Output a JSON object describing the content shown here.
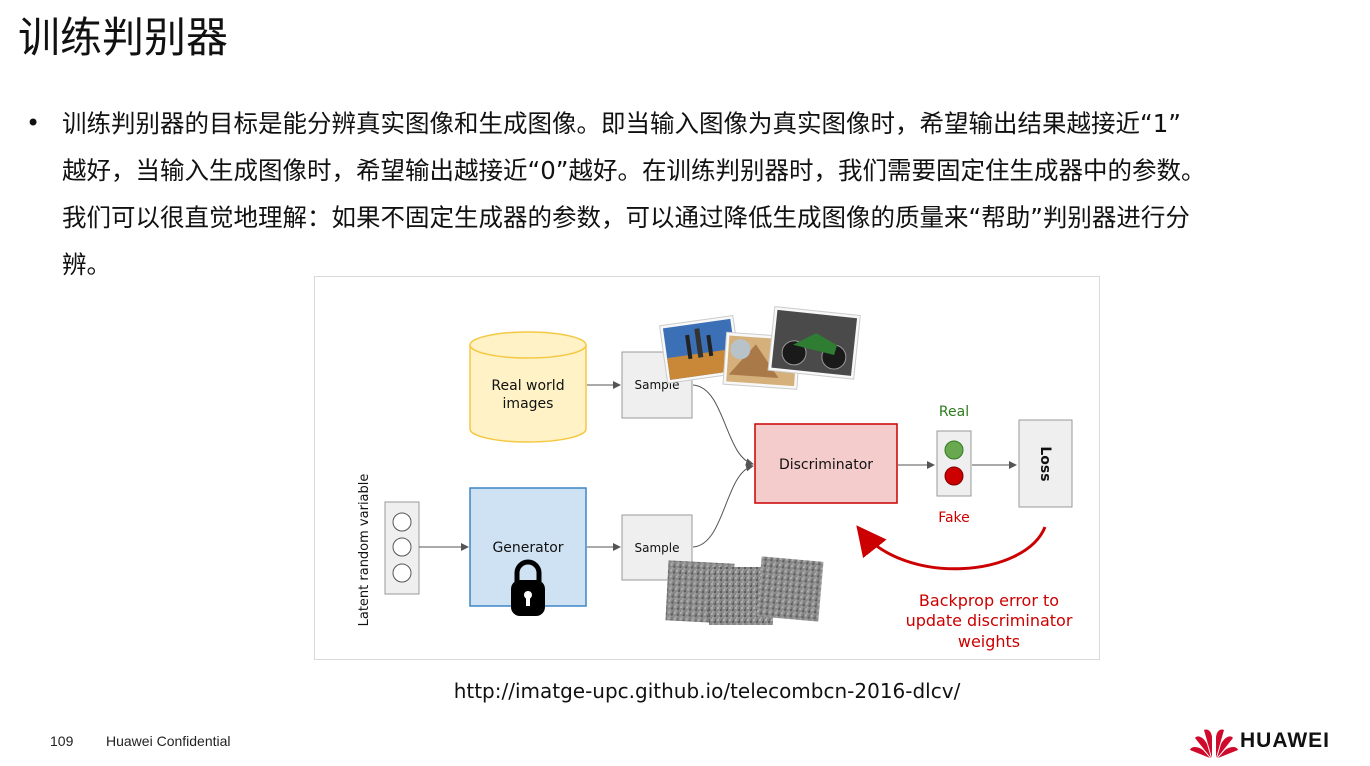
{
  "title": "训练判别器",
  "bullet": {
    "lines": [
      "训练判别器的目标是能分辨真实图像和生成图像。即当输入图像为真实图像时，希望输出结果越接近“1”",
      "越好，当输入生成图像时，希望输出越接近“0”越好。在训练判别器时，我们需要固定住生成器中的参数。",
      "我们可以很直觉地理解：如果不固定生成器的参数，可以通过降低生成图像的质量来“帮助”判别器进行分",
      "辨。"
    ]
  },
  "figure": {
    "real_world": [
      "Real world",
      "images"
    ],
    "sample_top": "Sample",
    "sample_bottom": "Sample",
    "latent_label": "Latent random variable",
    "generator": "Generator",
    "discriminator": "Discriminator",
    "real_label": "Real",
    "fake_label": "Fake",
    "loss_label": "Loss",
    "backprop": [
      "Backprop error to",
      "update discriminator",
      "weights"
    ],
    "colors": {
      "real_green": "#2e7d1f",
      "fake_red": "#cc0000",
      "db_fill": "#fff2c6",
      "db_stroke": "#f5c842",
      "gen_fill": "#cfe2f3",
      "gen_stroke": "#3d85c6",
      "disc_fill": "#f4cccc",
      "disc_stroke": "#cc0000"
    }
  },
  "source_url": "http://imatge-upc.github.io/telecombcn-2016-dlcv/",
  "footer": {
    "page_number": "109",
    "confidential": "Huawei Confidential",
    "brand": "HUAWEI",
    "brand_color": "#cf0a2c"
  }
}
